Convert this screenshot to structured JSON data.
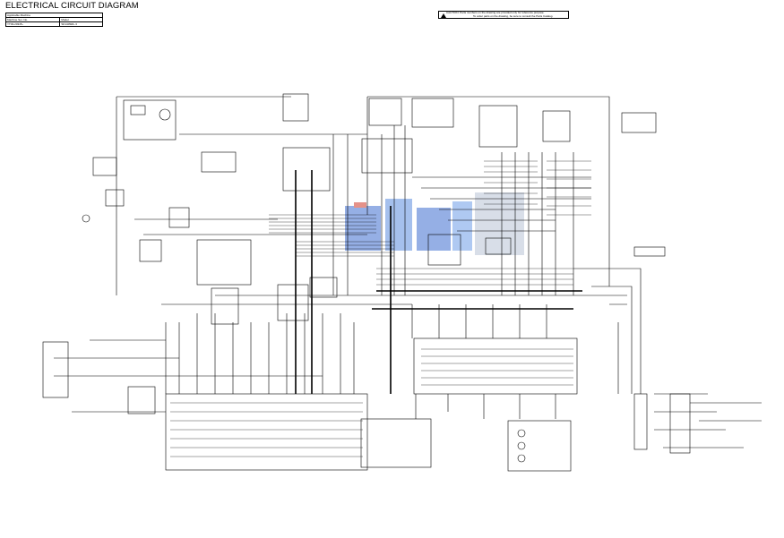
{
  "page": {
    "title": "ELECTRICAL CIRCUIT DIAGRAM"
  },
  "info_box": {
    "rows": [
      [
        "Applicable Machine"
      ],
      [
        "Machine Ser. No.",
        "Model"
      ],
      [
        "YT03-20345~",
        "SK140SRL-3"
      ]
    ]
  },
  "caution": {
    "line1": "CAUTION: Parts numbers on the drawing are provided only for reference purpose.",
    "line2": "To order parts on the drawing, be sure to consult the Parts Catalog."
  },
  "colors": {
    "ink": "#000000",
    "watermark_blue": "#3f6fd0",
    "watermark_red": "#d03a2a",
    "background": "#ffffff"
  }
}
